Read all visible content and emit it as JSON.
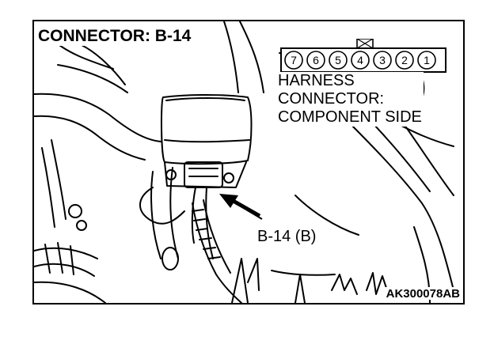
{
  "title": "CONNECTOR: B-14",
  "harness_label": {
    "lines": [
      "HARNESS",
      "CONNECTOR:",
      "COMPONENT SIDE"
    ]
  },
  "connector": {
    "pins": [
      "7",
      "6",
      "5",
      "4",
      "3",
      "2",
      "1"
    ]
  },
  "callout_label": "B-14 (B)",
  "figure_code": "AK300078AB"
}
